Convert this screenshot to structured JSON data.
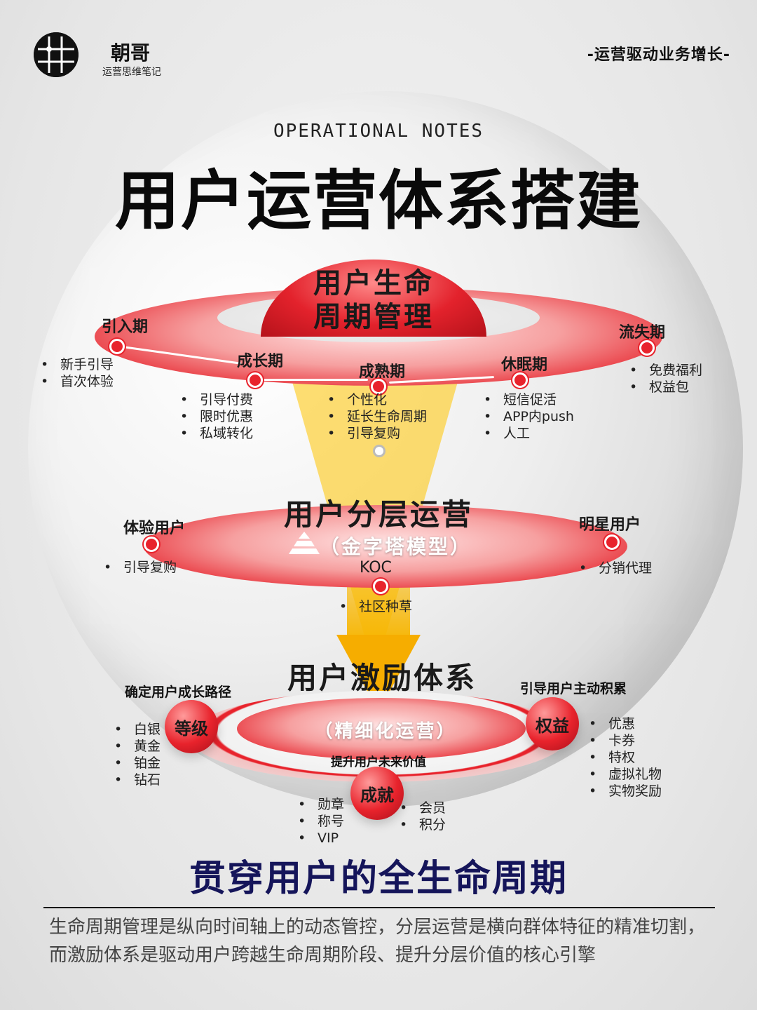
{
  "header": {
    "author": "朝哥",
    "author_subtitle": "运营思维笔记",
    "slogan": "-运营驱动业务增长-"
  },
  "eyebrow": "OPERATIONAL NOTES",
  "title": "用户运营体系搭建",
  "lifecycle": {
    "title_line1": "用户生命",
    "title_line2": "周期管理",
    "stages": [
      {
        "label": "引入期",
        "items": [
          "新手引导",
          "首次体验"
        ]
      },
      {
        "label": "成长期",
        "items": [
          "引导付费",
          "限时优惠",
          "私域转化"
        ]
      },
      {
        "label": "成熟期",
        "items": [
          "个性化",
          "延长生命周期",
          "引导复购"
        ]
      },
      {
        "label": "休眠期",
        "items": [
          "短信促活",
          "APP内push",
          "人工"
        ]
      },
      {
        "label": "流失期",
        "items": [
          "免费福利",
          "权益包"
        ]
      }
    ]
  },
  "layering": {
    "title": "用户分层运营",
    "subtitle": "（金字塔模型）",
    "groups": [
      {
        "label": "体验用户",
        "items": [
          "引导复购"
        ]
      },
      {
        "label": "KOC",
        "items": [
          "社区种草"
        ]
      },
      {
        "label": "明星用户",
        "items": [
          "分销代理"
        ]
      }
    ]
  },
  "incentive": {
    "title": "用户激励体系",
    "subtitle": "（精细化运营）",
    "caption": "提升用户未来价值",
    "left_caption": "确定用户成长路径",
    "right_caption": "引导用户主动积累",
    "level": {
      "label": "等级",
      "items": [
        "白银",
        "黄金",
        "铂金",
        "钻石"
      ]
    },
    "rights": {
      "label": "权益",
      "items": [
        "优惠",
        "卡券",
        "特权",
        "虚拟礼物",
        "实物奖励"
      ]
    },
    "achievement": {
      "label": "成就",
      "items_left": [
        "勋章",
        "称号",
        "VIP"
      ],
      "items_right": [
        "会员",
        "积分"
      ]
    }
  },
  "conclusion": "贯穿用户的全生命周期",
  "summary": "生命周期管理是纵向时间轴上的动态管控，分层运营是横向群体特征的精准切割，而激励体系是驱动用户跨越生命周期阶段、提升分层价值的核心引擎",
  "colors": {
    "accent_red": "#e8232c",
    "arrow_yellow": "#f6ad00",
    "conclusion_navy": "#15155a"
  }
}
